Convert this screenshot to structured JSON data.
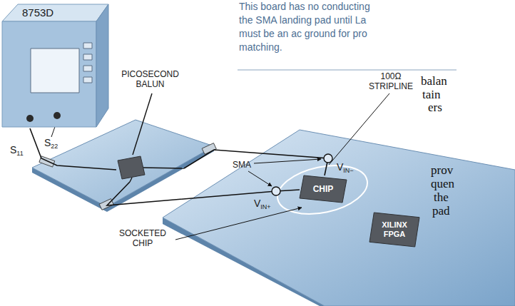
{
  "diagram": {
    "nodes": [
      {
        "text": [
          "8753D"
        ]
      },
      {
        "text": [
          "PICOSECOND BALUN"
        ]
      },
      {
        "text": [
          "CHIP"
        ]
      },
      {
        "text": [
          "XILINX FPGA"
        ]
      }
    ],
    "edges": [
      {
        "from": 0,
        "to": 1,
        "arrow": "none"
      },
      {
        "from": 1,
        "to": 2,
        "arrow": "none"
      },
      {
        "from": 1,
        "to": 2,
        "arrow": "none"
      }
    ],
    "labels": [
      "S11",
      "S22",
      "SMA",
      "VIN−",
      "VIN+",
      "100Ω STRIPLINE",
      "SOCKETED CHIP",
      "This board has no conducting",
      "the SMA landing pad until La",
      "must be an ac ground for pro",
      "matching.",
      "balan",
      "tain",
      "ers",
      "prov",
      "quen",
      "the",
      "pad"
    ]
  }
}
